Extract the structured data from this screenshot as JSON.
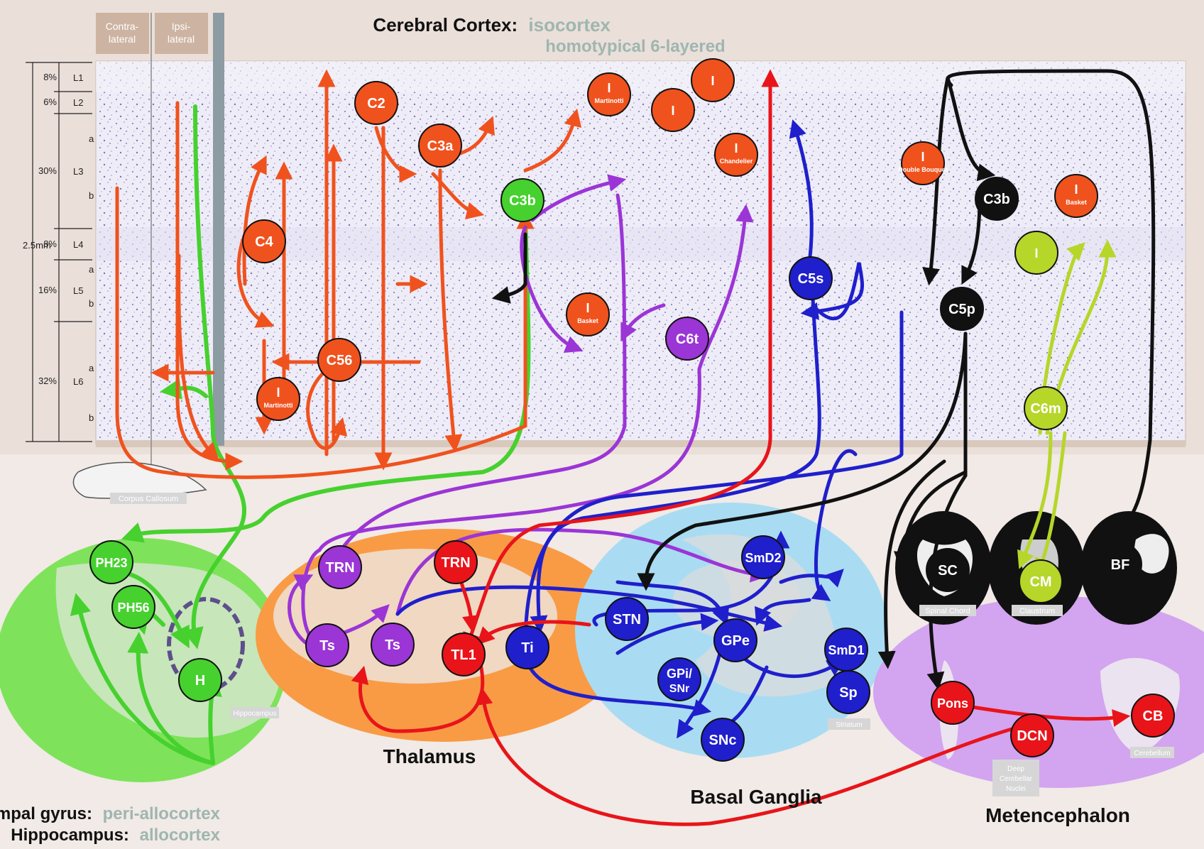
{
  "title": {
    "main": "Cerebral Cortex:",
    "accent": "isocortex",
    "sub": "homotypical 6-layered"
  },
  "columns": {
    "contra": [
      "Contra-",
      "lateral"
    ],
    "ipsi": [
      "Ipsi-",
      "lateral"
    ]
  },
  "thickness": "2.5mm",
  "layers": [
    {
      "pct": "8%",
      "name": "L1",
      "sub": ""
    },
    {
      "pct": "6%",
      "name": "L2",
      "sub": ""
    },
    {
      "pct": "30%",
      "name": "L3",
      "sub": "a|b"
    },
    {
      "pct": "8%",
      "name": "L4",
      "sub": ""
    },
    {
      "pct": "16%",
      "name": "L5",
      "sub": "a|b"
    },
    {
      "pct": "32%",
      "name": "L6",
      "sub": "a|b"
    }
  ],
  "regions": {
    "thalamus": "Thalamus",
    "basal_ganglia": "Basal Ganglia",
    "metencephalon": "Metencephalon",
    "parahippocampal": {
      "name": "Parahippocampal gyrus:",
      "accent": "peri-allocortex"
    },
    "hippocampus": {
      "name": "Hippocampus:",
      "accent": "allocortex"
    }
  },
  "nodes": [
    {
      "id": "C2",
      "label": "C2",
      "sub": "",
      "color": "#f0521e"
    },
    {
      "id": "C3a",
      "label": "C3a",
      "sub": "",
      "color": "#f0521e"
    },
    {
      "id": "C3b_green",
      "label": "C3b",
      "sub": "",
      "color": "#46d12e"
    },
    {
      "id": "C4",
      "label": "C4",
      "sub": "",
      "color": "#f0521e"
    },
    {
      "id": "C56",
      "label": "C56",
      "sub": "",
      "color": "#f0521e"
    },
    {
      "id": "I_martinotti_l6",
      "label": "I",
      "sub": "Martinotti",
      "color": "#f0521e"
    },
    {
      "id": "I_martinotti_l1",
      "label": "I",
      "sub": "Martinotti",
      "color": "#f0521e"
    },
    {
      "id": "I_l1_a",
      "label": "I",
      "sub": "",
      "color": "#f0521e"
    },
    {
      "id": "I_l1_b",
      "label": "I",
      "sub": "",
      "color": "#f0521e"
    },
    {
      "id": "I_chandelier",
      "label": "I",
      "sub": "Chandelier",
      "color": "#f0521e"
    },
    {
      "id": "I_basket_mid",
      "label": "I",
      "sub": "Basket",
      "color": "#f0521e"
    },
    {
      "id": "C6t",
      "label": "C6t",
      "sub": "",
      "color": "#9b35d6"
    },
    {
      "id": "C5s",
      "label": "C5s",
      "sub": "",
      "color": "#1f1fcc"
    },
    {
      "id": "I_double_bouquet",
      "label": "I",
      "sub": "Double Bouquet",
      "color": "#f0521e"
    },
    {
      "id": "C3b_black",
      "label": "C3b",
      "sub": "",
      "color": "#111111"
    },
    {
      "id": "I_basket_right",
      "label": "I",
      "sub": "Basket",
      "color": "#f0521e"
    },
    {
      "id": "I_lime",
      "label": "I",
      "sub": "",
      "color": "#b6d62a"
    },
    {
      "id": "C5p",
      "label": "C5p",
      "sub": "",
      "color": "#111111"
    },
    {
      "id": "C6m",
      "label": "C6m",
      "sub": "",
      "color": "#b6d62a"
    },
    {
      "id": "PH23",
      "label": "PH23",
      "sub": "",
      "color": "#46d12e"
    },
    {
      "id": "PH56",
      "label": "PH56",
      "sub": "",
      "color": "#46d12e"
    },
    {
      "id": "H",
      "label": "H",
      "sub": "",
      "color": "#46d12e"
    },
    {
      "id": "TRN_purple",
      "label": "TRN",
      "sub": "",
      "color": "#9b35d6"
    },
    {
      "id": "TRN_red",
      "label": "TRN",
      "sub": "",
      "color": "#e8141a"
    },
    {
      "id": "Ts_1",
      "label": "Ts",
      "sub": "",
      "color": "#9b35d6"
    },
    {
      "id": "Ts_2",
      "label": "Ts",
      "sub": "",
      "color": "#9b35d6"
    },
    {
      "id": "TL1",
      "label": "TL1",
      "sub": "",
      "color": "#e8141a"
    },
    {
      "id": "Ti",
      "label": "Ti",
      "sub": "",
      "color": "#1f1fcc"
    },
    {
      "id": "SmD2",
      "label": "SmD2",
      "sub": "",
      "color": "#1f1fcc"
    },
    {
      "id": "STN",
      "label": "STN",
      "sub": "",
      "color": "#1f1fcc"
    },
    {
      "id": "GPe",
      "label": "GPe",
      "sub": "",
      "color": "#1f1fcc"
    },
    {
      "id": "GPi",
      "label": "GPi/",
      "sub": "SNr",
      "color": "#1f1fcc"
    },
    {
      "id": "SmD1",
      "label": "SmD1",
      "sub": "",
      "color": "#1f1fcc"
    },
    {
      "id": "Sp",
      "label": "Sp",
      "sub": "",
      "color": "#1f1fcc"
    },
    {
      "id": "SNc",
      "label": "SNc",
      "sub": "",
      "color": "#1f1fcc"
    },
    {
      "id": "SC",
      "label": "SC",
      "sub": "",
      "color": "#111111"
    },
    {
      "id": "CM",
      "label": "CM",
      "sub": "",
      "color": "#b6d62a"
    },
    {
      "id": "BF",
      "label": "BF",
      "sub": "",
      "color": "#111111"
    },
    {
      "id": "Pons",
      "label": "Pons",
      "sub": "",
      "color": "#e8141a"
    },
    {
      "id": "DCN",
      "label": "DCN",
      "sub": "",
      "color": "#e8141a"
    },
    {
      "id": "CB",
      "label": "CB",
      "sub": "",
      "color": "#e8141a"
    }
  ],
  "small_labels": {
    "corpus_callosum": "Corpus Callosum",
    "spinal_chord": "Spinal Chord",
    "claustrum": "Claustrum",
    "deep_cerebellar": [
      "Deep",
      "Cerebellar",
      "Nuclei"
    ],
    "cerebellum": "Cerebellum",
    "hippocampus": "Hippocampus",
    "striatum": "Striatum"
  },
  "colors": {
    "orange": "#f0521e",
    "green": "#46d12e",
    "purple": "#9b35d6",
    "blue": "#1f1fcc",
    "red": "#e8141a",
    "black": "#111111",
    "lime": "#b6d62a",
    "accent_text": "#9fb6b0"
  }
}
